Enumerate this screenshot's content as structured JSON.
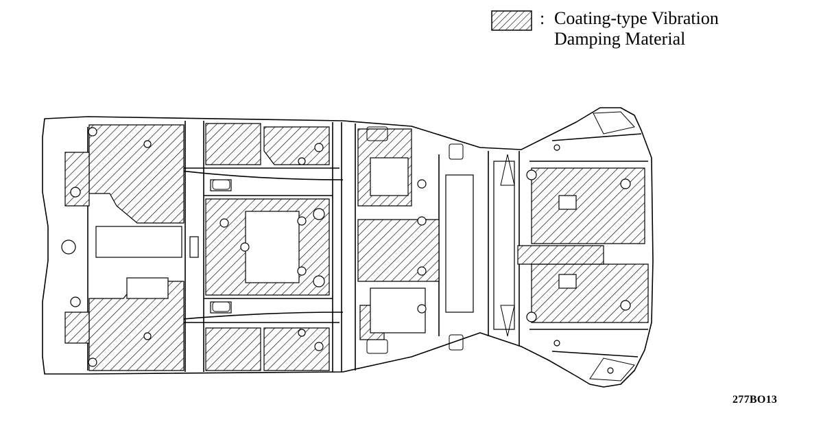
{
  "legend": {
    "colon": ":",
    "line1": "Coating-type Vibration",
    "line2": "Damping Material",
    "swatch_pattern": "diagonal-hatch"
  },
  "diagram": {
    "subject": "vehicle underbody floor pan",
    "hatched_areas_represent": "coating-type vibration damping material"
  },
  "figure_code": "277BO13",
  "colors": {
    "ink": "#000000",
    "paper": "#ffffff"
  }
}
